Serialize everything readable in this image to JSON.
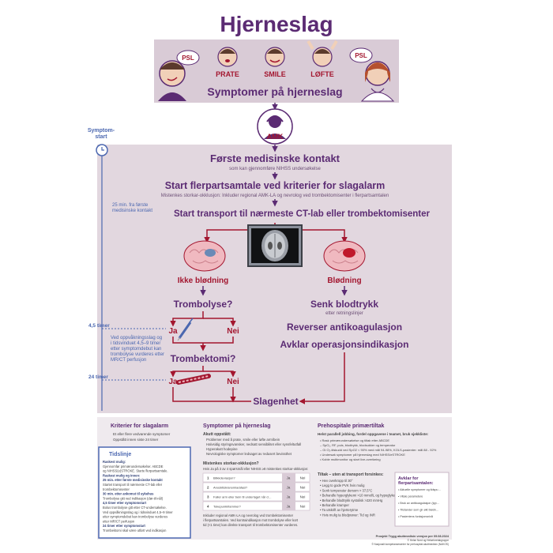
{
  "title": "Hjerneslag",
  "symptoms": {
    "labels": [
      "PSL",
      "PRATE",
      "SMILE",
      "LØFTE",
      "PSL"
    ],
    "heading": "Symptomer på hjerneslag"
  },
  "amk": "AMK",
  "timeline": {
    "start": [
      "Symptom-",
      "start"
    ],
    "note_25min": [
      "25 min. fra første",
      "medisinske kontakt"
    ],
    "t45": "4,5 timer",
    "note_45": [
      "Ved oppvåkningsslag og",
      "i tidsvinduet 4,5–9 timer",
      "etter symptomdebut kan",
      "trombolyse vurderes etter",
      "MR/CT perfusjon"
    ],
    "t24": "24 timer"
  },
  "flow": {
    "first_contact": "Første medisinske kontakt",
    "first_contact_sub": "som kan gjennomføre NIHSS undersøkelse",
    "start_multiparty": "Start flerpartsamtale ved kriterier for slagalarm",
    "start_multiparty_sub": "Mistenkes storkar-okklusjon: Inkluder regional AMK-LA og nevrolog ved trombektomisenter i flerpartsamtalen",
    "start_transport": "Start transport til nærmeste CT-lab eller trombektomisenter",
    "no_bleeding": "Ikke blødning",
    "bleeding": "Blødning",
    "thrombolysis_q": "Trombolyse?",
    "yes": "Ja",
    "no": "Nei",
    "thrombectomy_q": "Trombektomi?",
    "lower_bp": "Senk blodtrykk",
    "lower_bp_sub": "etter retningslinjer",
    "reverse_ac": "Reverser antikoagulasjon",
    "clarify_surgery": "Avklar operasjonsindikasjon",
    "stroke_unit": "Slagenhet"
  },
  "criteria": {
    "title": "Kriterier for slagalarm",
    "items": [
      "Et eller flere vedvarende symptomer",
      "Oppstått innen siste 24 timer"
    ]
  },
  "timeline_box": {
    "title": "Tidslinje",
    "lines": [
      {
        "t": "Raskest mulig:",
        "b": true
      },
      {
        "t": "Gjennomfør primærundersøkelse: ABCDE",
        "b": false
      },
      {
        "t": "og NIHSS(e)STROKE. Starte flerpartsamtale.",
        "b": false
      },
      {
        "t": "Raskest mulig og innen:",
        "b": true
      },
      {
        "t": "25 min. etter første medisinske kontakt",
        "b": true
      },
      {
        "t": "Startet transport til nærmeste CT-lab eller",
        "b": false
      },
      {
        "t": "trombektomisenter",
        "b": false
      },
      {
        "t": "30 min. etter ankomst til sykehus",
        "b": true
      },
      {
        "t": "Trombolyse gitt ved indikasjon (dør-til-nål)",
        "b": false
      },
      {
        "t": "4,5 timer etter symptomstart",
        "b": true
      },
      {
        "t": "Bolus trombolyse gitt etter CT-undersøkelse.",
        "b": false
      },
      {
        "t": "Ved oppvåkningsslag og i tidsvinduet 4,5–9 timer",
        "b": false
      },
      {
        "t": "etter symptomdebut kan trombolyse vurderes",
        "b": false
      },
      {
        "t": "etter MR/CT perfusjon",
        "b": false
      },
      {
        "t": "24 timer etter symptomstart",
        "b": true
      },
      {
        "t": "Trombektomi skal være utført ved indikasjon",
        "b": false
      }
    ]
  },
  "symptoms_box": {
    "title": "Symptomer på hjerneslag",
    "acute_title": "Akutt oppstått:",
    "acute_items": [
      "Problemer med å prate, smile eller løfte arm/bein",
      "Halvsidig styringsvansker, nedsatt sensibilitet eller synsfeltutfall",
      "Hyperakutt hodepine",
      "Nevrologiske symptomer ledsaget av redusert bevissthet"
    ],
    "lvo_title": "Mistenkes storkar-okklusjon?",
    "lvo_sub": "Hvis Ja på 3 av 4 spørsmål eller NIHSS ≥8 mistenkes storkar-okklusjon:",
    "rows": [
      {
        "n": "1",
        "q": "Blikkdeviasjon?",
        "ja": "Ja",
        "nei": "Nei"
      },
      {
        "n": "2",
        "q": "Anosktisk/anomia/afasi?",
        "ja": "Ja",
        "nei": "Nei"
      },
      {
        "n": "3",
        "q": "Faller arm eller bein til underlaget når den slippes etter å ha blitt løftet?",
        "ja": "Ja",
        "nei": "Nei"
      },
      {
        "n": "4",
        "q": "Tokepunkt/lammer?",
        "ja": "Ja",
        "nei": "Nei"
      }
    ],
    "footnote": [
      "Inkluder regional AMK-LA og nevrolog ved trombektomisenter",
      "i flerpartsamtalen. Ved kontraindikasjon mot trombolyse eller kort",
      "tid (<1 time) kan direkte transport til trombektomisenter vurderes."
    ]
  },
  "prehospital": {
    "title": "Prehospitale primærtiltak",
    "intro": "Helst parallell jobbing, fordel oppgavene i teamet, bruk sjekkliste:",
    "items": [
      "Rask primærundersøkelse og tiltak etter ABCDE",
      "– SpO₂, RF, puls, blodtrykk, blodsukker og temperatur",
      "– Gi O₂-tilskudd ved SpO2 < 90% med mål 94-98%, KOLS-pasienter: mål 88 - 92%",
      "Undersøk symptomer på hjerneslag med NIHSS/eSTROKE",
      "Koble multimonitor og start live-overføring"
    ],
    "transport_title": "Tiltak – uten at transport forsinkes:",
    "transport_items": [
      "Hev overkropp til 30°",
      "Legg to gode PVK hvis mulig",
      "Senk temperatur dersom > 37,5°C",
      "Behandle hyperglykemi >10 mmol/L og hypoglykemi < 3 mmol/L",
      "Behandle blodtrykk systolisk >220 mmHg",
      "Behandle kramper",
      "Ta utskrift av hjerterytme",
      "Hvis mulig ta blodprøver: Tid og INR"
    ]
  },
  "multiparty_box": {
    "title": [
      "Avklar for",
      "flerpartsamtalen:"
    ],
    "items": [
      "Aktuelle symptomer og tidspunkt for debut",
      "Vitale parametere",
      "Bruk av antikoagulasjon (type, siste dose)",
      "Tilstander som gir økt blødningsrisiko",
      "Pasientens funksjonsnivå"
    ]
  },
  "footer": [
    "Prosjekt Trygg akuttmedisin versjon per 09.08.2024",
    "© Helse Nord og Helseforetakgruppe",
    "© Nasjonalt kompetansesenter for prehospital akuttmedisin (NAKOS)"
  ],
  "colors": {
    "purple": "#5b2b73",
    "red": "#a3162f",
    "blue": "#4b67b0",
    "mauve": "#d9cbd6"
  }
}
